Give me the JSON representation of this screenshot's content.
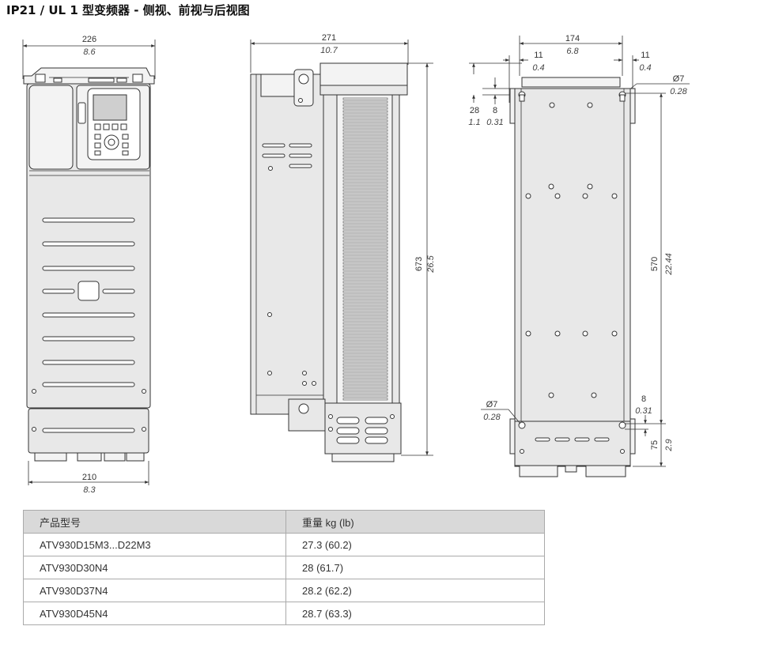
{
  "title": "IP21 / UL 1 型变频器 - 侧视、前视与后视图",
  "front_view": {
    "top_width_mm": "226",
    "top_width_in": "8.6",
    "bottom_width_mm": "210",
    "bottom_width_in": "8.3"
  },
  "side_view": {
    "depth_mm": "271",
    "depth_in": "10.7",
    "height_mm": "673",
    "height_in": "26.5"
  },
  "rear_view": {
    "width_mm": "174",
    "width_in": "6.8",
    "left_offset_mm": "11",
    "left_offset_in": "0.4",
    "right_offset_mm": "11",
    "right_offset_in": "0.4",
    "top_hole_dia_mm": "Ø7",
    "top_hole_dia_in": "0.28",
    "top_28_mm": "28",
    "top_28_in": "1.1",
    "top_8_mm": "8",
    "top_8_in": "0.31",
    "hole_spacing_mm": "570",
    "hole_spacing_in": "22.44",
    "bottom_hole_dia_mm": "Ø7",
    "bottom_hole_dia_in": "0.28",
    "bottom_8_mm": "8",
    "bottom_8_in": "0.31",
    "bottom_75_mm": "75",
    "bottom_75_in": "2.9"
  },
  "table": {
    "headers": [
      "产品型号",
      "重量 kg (lb)"
    ],
    "rows": [
      [
        "ATV930D15M3...D22M3",
        "27.3 (60.2)"
      ],
      [
        "ATV930D30N4",
        "28 (61.7)"
      ],
      [
        "ATV930D37N4",
        "28.2 (62.2)"
      ],
      [
        "ATV930D45N4",
        "28.7 (63.3)"
      ]
    ]
  }
}
